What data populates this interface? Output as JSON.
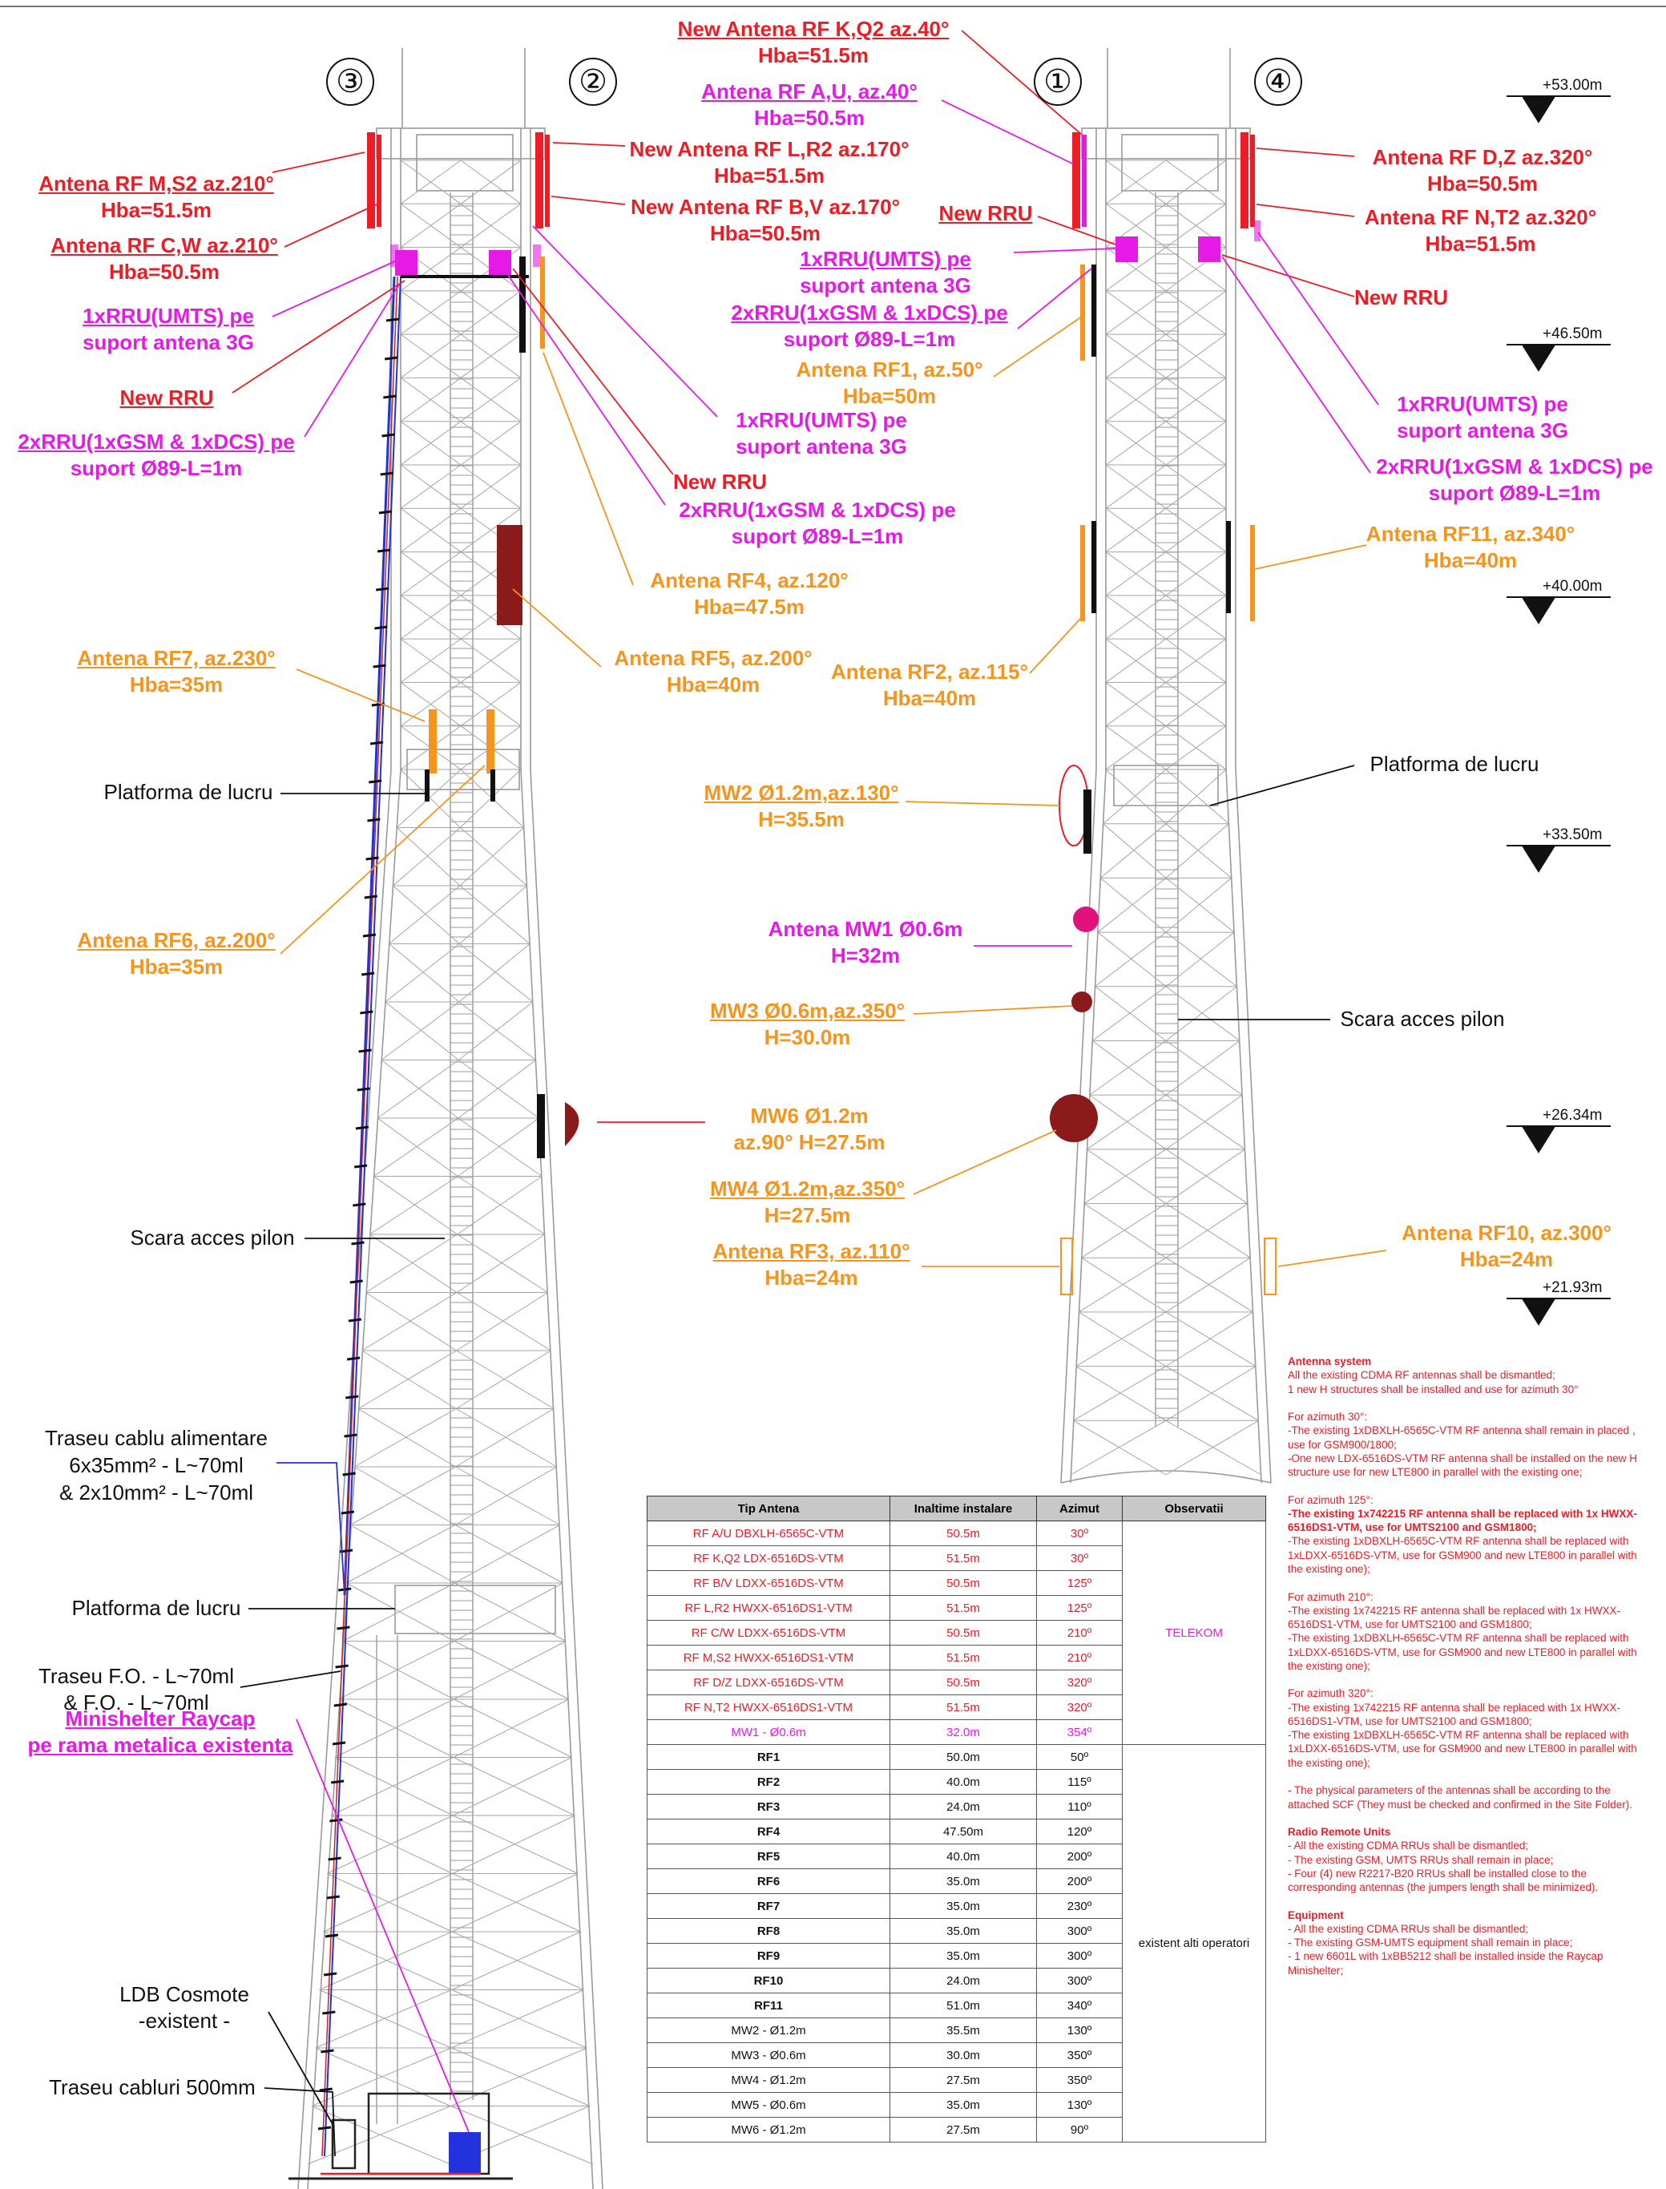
{
  "tower_labels": {
    "t1": "③",
    "t2": "②",
    "t3": "①",
    "t4": "④"
  },
  "levels": [
    "+53.00m",
    "+46.50m",
    "+40.00m",
    "+33.50m",
    "+26.34m",
    "+21.93m"
  ],
  "left_view": {
    "rf_ms2": [
      "Antena RF M,S2 az.210°",
      "Hba=51.5m"
    ],
    "rf_cw": [
      "Antena RF C,W az.210°",
      "Hba=50.5m"
    ],
    "rru_umts": [
      "1xRRU(UMTS) pe",
      "suport antena 3G"
    ],
    "new_rru": "New RRU",
    "rru_gsm": [
      "2xRRU(1xGSM & 1xDCS) pe",
      "suport Ø89-L=1m"
    ],
    "rf_lr2": [
      "New Antena RF L,R2 az.170°",
      "Hba=51.5m"
    ],
    "rf_bv": [
      "New Antena RF B,V az.170°",
      "Hba=50.5m"
    ],
    "rru_umts_r": [
      "1xRRU(UMTS) pe",
      "suport antena 3G"
    ],
    "new_rru_r": "New RRU",
    "rru_gsm_r": [
      "2xRRU(1xGSM & 1xDCS) pe",
      "suport Ø89-L=1m"
    ],
    "rf4": [
      "Antena RF4, az.120°",
      "Hba=47.5m"
    ],
    "rf5": [
      "Antena RF5, az.200°",
      "Hba=40m"
    ],
    "rf7": [
      "Antena RF7, az.230°",
      "Hba=35m"
    ],
    "platforma1": "Platforma de lucru",
    "rf6": [
      "Antena RF6, az.200°",
      "Hba=35m"
    ],
    "mw6": [
      "MW6 Ø1.2m",
      "az.90° H=27.5m"
    ],
    "scara": "Scara acces pilon",
    "traseu_alim": [
      "Traseu cablu alimentare",
      "6x35mm² - L~70ml",
      "& 2x10mm² - L~70ml"
    ],
    "platforma2": "Platforma de lucru",
    "traseu_fo": [
      "Traseu F.O. - L~70ml",
      "& F.O. - L~70ml"
    ],
    "minishelter": [
      "Minishelter Raycap",
      "pe rama metalica existenta"
    ],
    "ldb": [
      "LDB Cosmote",
      "-existent -"
    ],
    "traseu_500": "Traseu cabluri 500mm"
  },
  "right_view": {
    "rf_kq2": [
      "New Antena RF K,Q2 az.40°",
      "Hba=51.5m"
    ],
    "rf_au": [
      "Antena RF A,U, az.40°",
      "Hba=50.5m"
    ],
    "new_rru": "New RRU",
    "rru_umts": [
      "1xRRU(UMTS) pe",
      "suport antena 3G"
    ],
    "rru_gsm": [
      "2xRRU(1xGSM & 1xDCS) pe",
      "suport Ø89-L=1m"
    ],
    "rf1": [
      "Antena RF1, az.50°",
      "Hba=50m"
    ],
    "rf_dz": [
      "Antena RF D,Z az.320°",
      "Hba=50.5m"
    ],
    "rf_nt2": [
      "Antena RF N,T2 az.320°",
      "Hba=51.5m"
    ],
    "new_rru_r": "New RRU",
    "rru_umts_r": [
      "1xRRU(UMTS) pe",
      "suport antena 3G"
    ],
    "rru_gsm_r": [
      "2xRRU(1xGSM & 1xDCS) pe",
      "suport Ø89-L=1m"
    ],
    "rf11": [
      "Antena RF11, az.340°",
      "Hba=40m"
    ],
    "rf2": [
      "Antena RF2, az.115°",
      "Hba=40m"
    ],
    "mw2": [
      "MW2 Ø1.2m,az.130°",
      "H=35.5m"
    ],
    "platforma": "Platforma de lucru",
    "mw1": [
      "Antena MW1 Ø0.6m",
      "H=32m"
    ],
    "mw3": [
      "MW3 Ø0.6m,az.350°",
      "H=30.0m"
    ],
    "scara": "Scara acces pilon",
    "mw4": [
      "MW4 Ø1.2m,az.350°",
      "H=27.5m"
    ],
    "rf3": [
      "Antena RF3, az.110°",
      "Hba=24m"
    ],
    "rf10": [
      "Antena RF10, az.300°",
      "Hba=24m"
    ]
  },
  "table": {
    "headers": [
      "Tip Antena",
      "Inaltime instalare",
      "Azimut",
      "Observatii"
    ],
    "telekom_rows": [
      [
        "RF A/U  DBXLH-6565C-VTM",
        "50.5m",
        "30º"
      ],
      [
        "RF K,Q2 LDX-6516DS-VTM",
        "51.5m",
        "30º"
      ],
      [
        "RF B/V  LDXX-6516DS-VTM",
        "50.5m",
        "125º"
      ],
      [
        "RF L,R2  HWXX-6516DS1-VTM",
        "51.5m",
        "125º"
      ],
      [
        "RF C/W  LDXX-6516DS-VTM",
        "50.5m",
        "210º"
      ],
      [
        "RF M,S2  HWXX-6516DS1-VTM",
        "51.5m",
        "210º"
      ],
      [
        "RF D/Z  LDXX-6516DS-VTM",
        "50.5m",
        "320º"
      ],
      [
        "RF N,T2  HWXX-6516DS1-VTM",
        "51.5m",
        "320º"
      ],
      [
        "MW1 - Ø0.6m",
        "32.0m",
        "354º"
      ]
    ],
    "telekom_obs": "TELEKOM",
    "other_rows": [
      [
        "RF1",
        "50.0m",
        "50º"
      ],
      [
        "RF2",
        "40.0m",
        "115º"
      ],
      [
        "RF3",
        "24.0m",
        "110º"
      ],
      [
        "RF4",
        "47.50m",
        "120º"
      ],
      [
        "RF5",
        "40.0m",
        "200º"
      ],
      [
        "RF6",
        "35.0m",
        "200º"
      ],
      [
        "RF7",
        "35.0m",
        "230º"
      ],
      [
        "RF8",
        "35.0m",
        "300º"
      ],
      [
        "RF9",
        "35.0m",
        "300º"
      ],
      [
        "RF10",
        "24.0m",
        "300º"
      ],
      [
        "RF11",
        "51.0m",
        "340º"
      ],
      [
        "MW2 - Ø1.2m",
        "35.5m",
        "130º"
      ],
      [
        "MW3 - Ø0.6m",
        "30.0m",
        "350º"
      ],
      [
        "MW4 - Ø1.2m",
        "27.5m",
        "350º"
      ],
      [
        "MW5 - Ø0.6m",
        "35.0m",
        "130º"
      ],
      [
        "MW6 - Ø1.2m",
        "27.5m",
        "90º"
      ]
    ],
    "other_obs": "existent alti operatori"
  },
  "notes": [
    {
      "t": "Antenna system",
      "s": "h"
    },
    {
      "t": "All the existing CDMA RF antennas shall be dismantled;",
      "s": ""
    },
    {
      "t": "1 new H structures shall be installed and use for azimuth 30°",
      "s": ""
    },
    {
      "t": "",
      "s": ""
    },
    {
      "t": "For azimuth 30°:",
      "s": ""
    },
    {
      "t": "-The existing 1xDBXLH-6565C-VTM RF antenna shall remain in placed , use for GSM900/1800;",
      "s": ""
    },
    {
      "t": "-One new LDX-6516DS-VTM RF antenna shall be installed on the new H structure use for new LTE800 in parallel with the existing one;",
      "s": ""
    },
    {
      "t": "",
      "s": ""
    },
    {
      "t": "For azimuth 125°:",
      "s": ""
    },
    {
      "t": "-The existing 1x742215 RF antenna shall be replaced with 1x HWXX-6516DS1-VTM, use for UMTS2100 and GSM1800;",
      "s": "h"
    },
    {
      "t": "-The existing 1xDBXLH-6565C-VTM RF antenna shall be replaced with 1xLDXX-6516DS-VTM, use for GSM900 and new LTE800 in parallel with the existing one);",
      "s": ""
    },
    {
      "t": "",
      "s": ""
    },
    {
      "t": "For azimuth 210°:",
      "s": ""
    },
    {
      "t": "-The existing 1x742215 RF antenna shall be replaced with 1x HWXX-6516DS1-VTM, use for UMTS2100 and GSM1800;",
      "s": ""
    },
    {
      "t": "-The existing 1xDBXLH-6565C-VTM RF antenna shall be replaced with 1xLDXX-6516DS-VTM, use for GSM900 and new LTE800 in parallel with the existing one);",
      "s": ""
    },
    {
      "t": "",
      "s": ""
    },
    {
      "t": "For azimuth 320°:",
      "s": ""
    },
    {
      "t": "-The existing 1x742215 RF antenna shall be replaced with 1x HWXX-6516DS1-VTM, use for UMTS2100 and GSM1800;",
      "s": ""
    },
    {
      "t": "-The existing 1xDBXLH-6565C-VTM RF antenna shall be replaced with 1xLDXX-6516DS-VTM, use for GSM900 and new LTE800 in parallel with the existing one);",
      "s": ""
    },
    {
      "t": "",
      "s": ""
    },
    {
      "t": "-        The physical parameters of the antennas shall be according to the attached SCF (They must be checked and confirmed in the Site Folder).",
      "s": ""
    },
    {
      "t": "",
      "s": ""
    },
    {
      "t": "Radio Remote Units",
      "s": "h"
    },
    {
      "t": "-        All the existing CDMA RRUs shall be dismantled;",
      "s": ""
    },
    {
      "t": "-        The existing GSM, UMTS RRUs shall remain in place;",
      "s": ""
    },
    {
      "t": "-        Four (4) new R2217-B20 RRUs shall be installed close to the corresponding antennas (the jumpers length shall be minimized).",
      "s": ""
    },
    {
      "t": "",
      "s": ""
    },
    {
      "t": "Equipment",
      "s": "h"
    },
    {
      "t": "-        All the existing CDMA RRUs shall be dismantled;",
      "s": ""
    },
    {
      "t": "-        The existing GSM-UMTS equipment shall remain in place;",
      "s": ""
    },
    {
      "t": "-        1 new 6601L with 1xBB5212 shall be installed inside the Raycap Minishelter;",
      "s": ""
    }
  ],
  "colors": {
    "red": "#ee1c25",
    "magenta": "#e619e6",
    "orange": "#f7941d",
    "brown": "#8b1a1a",
    "grid": "#9a9a9a"
  }
}
